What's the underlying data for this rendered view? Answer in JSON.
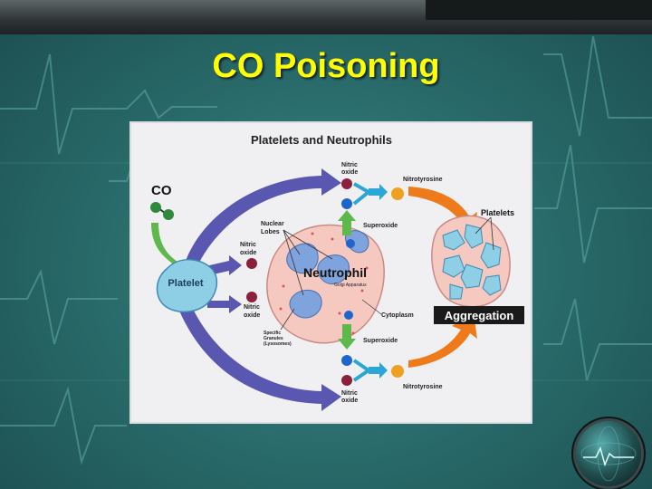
{
  "slide": {
    "title": "CO Poisoning"
  },
  "diagram": {
    "heading": "Platelets and Neutrophils",
    "co_label": "CO",
    "platelet_label": "Platelet",
    "neutrophil_label": "Neutrophil",
    "golgi_label": "Golgi Apparatus",
    "nuclear_lobes_label": [
      "Nuclear",
      "Lobes"
    ],
    "cytoplasm_label": "Cytoplasm",
    "granules_label": [
      "Specific",
      "Granules",
      "(Lysosomes)"
    ],
    "nitric_oxide_label": [
      "Nitric",
      "oxide"
    ],
    "superoxide_label": "Superoxide",
    "nitrotyrosine_label": "Nitrotyrosine",
    "platelets_label": "Platelets",
    "aggregation_label": "Aggregation"
  },
  "colors": {
    "title": "#ffff00",
    "arrow_purple": "#5a57b0",
    "arrow_orange": "#ee7a1a",
    "arrow_green": "#5fb84b",
    "cyan_connector": "#2aa7d6",
    "nitric_ball": "#8c1f3b",
    "blue_ball": "#1f66cc",
    "orange_ball": "#f0a020",
    "platelet_body": "#8ecfe6",
    "cell_body": "#f5c9c0",
    "aggregation_box": "#1a1a1a"
  }
}
